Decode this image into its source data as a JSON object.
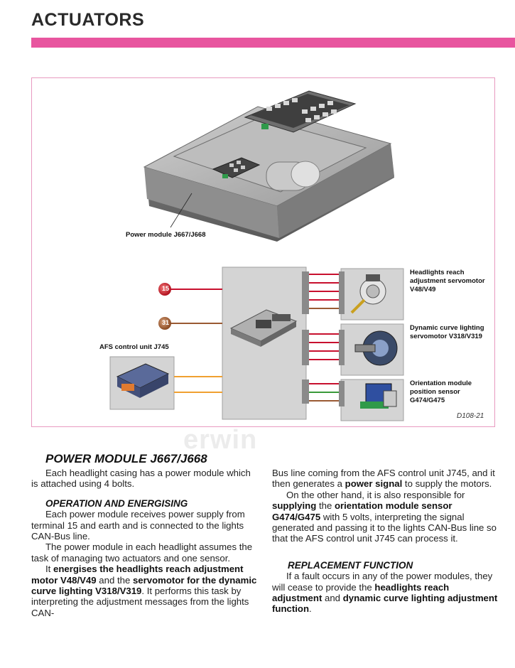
{
  "header": {
    "title": "ACTUATORS"
  },
  "figure": {
    "power_module_label": "Power module J667/J668",
    "terminal_15": "15",
    "terminal_31": "31",
    "afs_label": "AFS control unit J745",
    "headlights_reach_label": "Headlights reach adjustment servomotor V48/V49",
    "dynamic_curve_label": "Dynamic curve lighting servomotor V318/V319",
    "orientation_label": "Orientation module position sensor G474/G475",
    "figure_code": "D108-21",
    "watermark": "erwin",
    "colors": {
      "red_wire": "#c8102e",
      "brown_wire": "#9a5a33",
      "orange_wire": "#f0a030",
      "green_wire": "#3a9a3a",
      "pink_accent": "#e8559f"
    }
  },
  "article": {
    "title": "POWER MODULE J667/J668",
    "intro": "Each headlight casing has a power module which is attached using 4 bolts.",
    "section1_heading": "OPERATION AND ENERGISING",
    "s1_p1": "Each power module receives power supply from terminal 15 and earth and is connected to the lights CAN-Bus line.",
    "s1_p2": "The power module in each headlight assumes the task of managing two actuators and one sensor.",
    "s1_p3_a": "It ",
    "s1_p3_b": "energises the headlights reach adjustment motor V48/V49",
    "s1_p3_c": " and the ",
    "s1_p3_d": "servomotor for the dynamic curve lighting V318/V319",
    "s1_p3_e": ". It performs this task by interpreting the adjustment messages from the lights CAN-",
    "c2_p1_a": "Bus line coming from the AFS control unit J745, and it then generates a ",
    "c2_p1_b": "power signal",
    "c2_p1_c": " to supply the motors.",
    "c2_p2_a": "On the other hand, it is also responsible for ",
    "c2_p2_b": "supplying",
    "c2_p2_c": " the ",
    "c2_p2_d": "orientation module sensor G474/G475",
    "c2_p2_e": " with 5 volts, interpreting the signal generated and passing it to the lights CAN-Bus line so that the AFS control unit J745 can process it.",
    "section2_heading": "REPLACEMENT FUNCTION",
    "c2_p3_a": "If a fault occurs in any of the power modules, they will cease to provide the ",
    "c2_p3_b": "headlights reach adjustment",
    "c2_p3_c": " and ",
    "c2_p3_d": "dynamic curve lighting adjustment function",
    "c2_p3_e": "."
  }
}
